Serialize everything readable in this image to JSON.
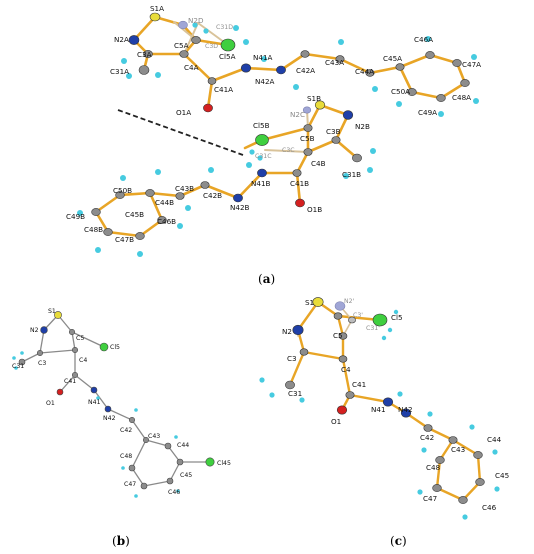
{
  "figure": {
    "panels": [
      "a",
      "b",
      "c"
    ],
    "colors": {
      "bond": "#e8a526",
      "bond_faint": "#d9c39a",
      "carbon": "#8c8c8c",
      "nitrogen": "#1f3fa8",
      "nitrogen_faint": "#a0a6d6",
      "oxygen": "#d42020",
      "sulfur": "#e8dc3a",
      "sulfur_faint": "#ede7a6",
      "chlorine": "#3fcf3f",
      "hydrogen": "#46cbe0",
      "hbond": "#222222"
    },
    "panel_a_labels": {
      "S1A": "S1A",
      "N2D": "N2D",
      "N2A": "N2A",
      "C31D": "C31D",
      "C5A": "C5A",
      "C3D": "C3D",
      "Cl5A": "Cl5A",
      "C3A": "C3A",
      "C4A": "C4A",
      "N41A": "N41A",
      "C31A": "C31A",
      "C41A": "C41A",
      "N42A": "N42A",
      "C42A": "C42A",
      "C43A": "C43A",
      "C44A": "C44A",
      "C45A": "C45A",
      "C46A": "C46A",
      "C47A": "C47A",
      "C50A": "C50A",
      "C48A": "C48A",
      "C49A": "C49A",
      "O1A": "O1A",
      "S1B": "S1B",
      "N2C": "N2C",
      "N2B": "N2B",
      "Cl5B": "Cl5B",
      "C5B": "C5B",
      "C3B": "C3B",
      "C31C": "C31C",
      "C3C": "C3C",
      "C4B": "C4B",
      "C31B": "C31B",
      "N41B": "N41B",
      "C41B": "C41B",
      "O1B": "O1B",
      "C43B": "C43B",
      "C42B": "C42B",
      "N42B": "N42B",
      "C50B": "C50B",
      "C44B": "C44B",
      "C45B": "C45B",
      "C46B": "C46B",
      "C49B": "C49B",
      "C48B": "C48B",
      "C47B": "C47B"
    },
    "panel_b_labels": {
      "S1": "S1",
      "N2": "N2",
      "C5": "C5",
      "Cl5": "Cl5",
      "C31": "C31",
      "C3": "C3",
      "C4": "C4",
      "C41": "C41",
      "O1": "O1",
      "N41": "N41",
      "N42": "N42",
      "C42": "C42",
      "C43": "C43",
      "C44": "C44",
      "C48": "C48",
      "C45": "C45",
      "Cl45": "Cl45",
      "C47": "C47",
      "C46": "C46"
    },
    "panel_c_labels": {
      "S1": "S1",
      "N2p": "N2'",
      "N2": "N2",
      "C3p": "C3'",
      "Cl5": "Cl5",
      "C31p": "C31'",
      "C5": "C5",
      "C3": "C3",
      "C4": "C4",
      "C31": "C31",
      "C41": "C41",
      "O1": "O1",
      "N41": "N41",
      "N42": "N42",
      "C42": "C42",
      "C43": "C43",
      "C44": "C44",
      "C48": "C48",
      "C45": "C45",
      "C47": "C47",
      "C46": "C46"
    }
  }
}
